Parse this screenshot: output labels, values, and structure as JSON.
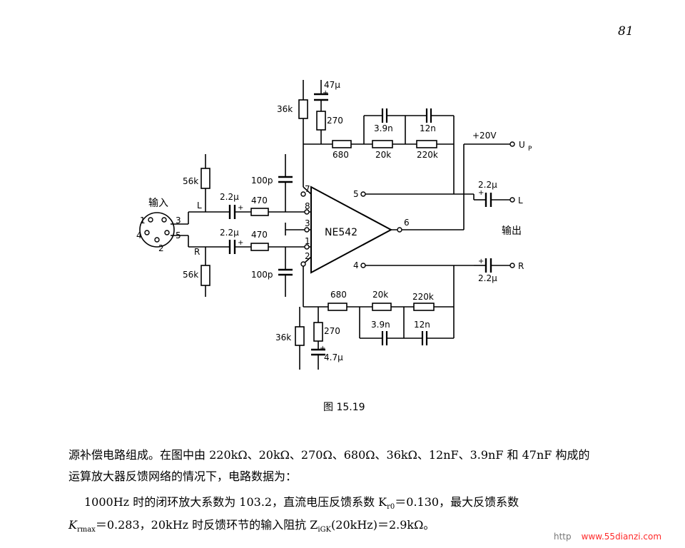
{
  "page_number": "81",
  "figure_caption": "图 15.19",
  "figure": {
    "ic": {
      "name": "NE542",
      "pins": {
        "p1": "1",
        "p2": "2",
        "p3": "3",
        "p4": "4",
        "p5": "5",
        "p6": "6",
        "p7": "7",
        "p8": "8"
      }
    },
    "input_label": "输入",
    "output_label": "输出",
    "connector_pins": {
      "c1": "1",
      "c2": "2",
      "c3": "3",
      "c4": "4",
      "c5": "5"
    },
    "channel_L": "L",
    "channel_R": "R",
    "supply_voltage": "+20V",
    "supply_name": "U",
    "supply_sub": "P",
    "components": {
      "r_36k_top": "36k",
      "c_47u": "47μ",
      "r_270_top": "270",
      "c_3_9n_top": "3.9n",
      "c_12n_top": "12n",
      "r_680_top": "680",
      "r_20k_top": "20k",
      "r_220k_top": "220k",
      "r_56k_top": "56k",
      "c_100p_top": "100p",
      "c_2_2u_in_L": "2.2μ",
      "r_470_L": "470",
      "c_2_2u_in_R": "2.2μ",
      "r_470_R": "470",
      "r_56k_bot": "56k",
      "c_100p_bot": "100p",
      "c_2_2u_out_L": "2.2μ",
      "c_2_2u_out_R": "2.2μ",
      "r_680_bot": "680",
      "r_20k_bot": "20k",
      "r_220k_bot": "220k",
      "c_3_9n_bot": "3.9n",
      "c_12n_bot": "12n",
      "r_36k_bot": "36k",
      "r_270_bot": "270",
      "c_4_7u": "4.7μ"
    }
  },
  "body_text": {
    "line1": "源补偿电路组成。在图中由 220kΩ、20kΩ、270Ω、680Ω、36kΩ、12nF、3.9nF 和 47nF 构成的",
    "line2": "运算放大器反馈网络的情况下，电路数据为：",
    "line3": "1000Hz 时的闭环放大系数为 103.2，直流电压反馈系数 K",
    "line3_sub": "r0",
    "line3_b": "＝0.130，最大反馈系数",
    "line4_a": "K",
    "line4_sub1": "rmax",
    "line4_b": "＝0.283，20kHz 时反馈环节的输入阻抗 Z",
    "line4_sub2": "iGK",
    "line4_c": "(20kHz)＝2.9kΩ。"
  },
  "watermark": {
    "left": "http",
    "site": "www.55dianzi.com"
  }
}
